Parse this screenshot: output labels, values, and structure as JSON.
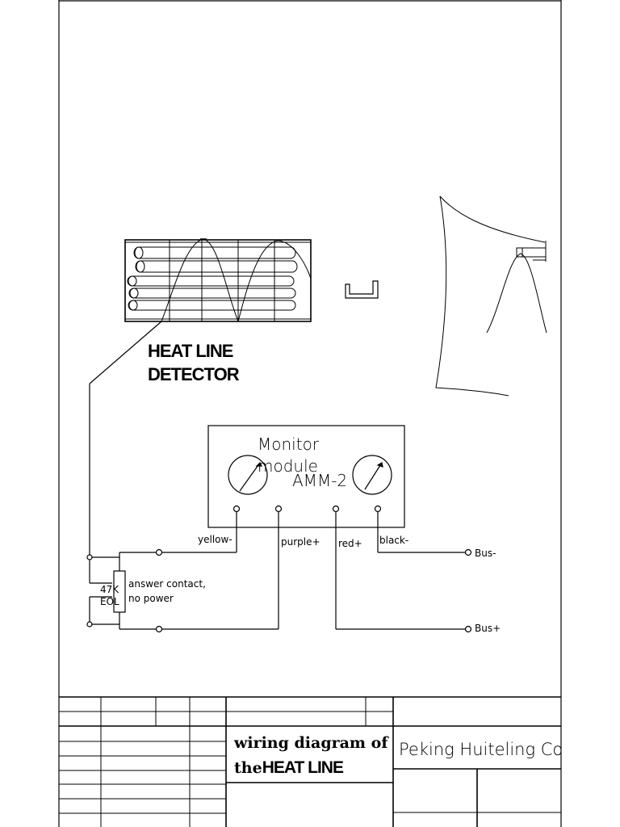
{
  "detector": {
    "label_line1": "HEAT LINE",
    "label_line2": "DETECTOR"
  },
  "module": {
    "name_line1": "Monitor",
    "name_line2": "module",
    "model": "AMM-2"
  },
  "wires": {
    "yellow": "yellow-",
    "purple": "purple+",
    "red": "red+",
    "black": "black-"
  },
  "resistor": {
    "value": "47K",
    "label": "EOL"
  },
  "contact": {
    "line1": "answer contact,",
    "line2": "no power"
  },
  "bus": {
    "negative": "Bus-",
    "positive": "Bus+"
  },
  "title_block": {
    "title_line1": "wiring diagram of",
    "title_prefix": "the",
    "title_emph": "HEAT LINE",
    "company": "Peking Huiteling Co"
  }
}
